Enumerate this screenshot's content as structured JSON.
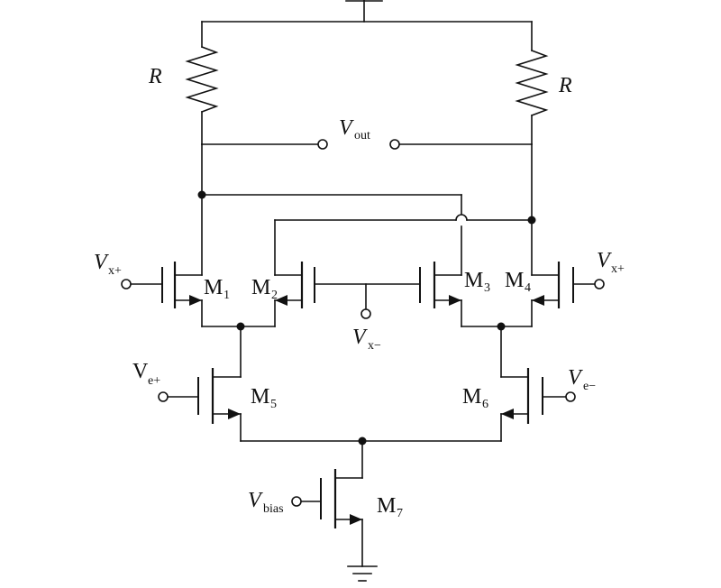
{
  "resistors": {
    "left": "R",
    "right": "R"
  },
  "output": {
    "main": "V",
    "sub": "out"
  },
  "inputs": {
    "vx_plus_left": {
      "main": "V",
      "sub": "x+"
    },
    "vx_plus_right": {
      "main": "V",
      "sub": "x+"
    },
    "vx_minus": {
      "main": "V",
      "sub": "x−"
    },
    "ve_plus": {
      "main": "V",
      "sub": "e+"
    },
    "ve_minus": {
      "main": "V",
      "sub": "e−"
    },
    "vbias": {
      "main": "V",
      "sub": "bias"
    }
  },
  "transistors": {
    "m1": {
      "main": "M",
      "sub": "1"
    },
    "m2": {
      "main": "M",
      "sub": "2"
    },
    "m3": {
      "main": "M",
      "sub": "3"
    },
    "m4": {
      "main": "M",
      "sub": "4"
    },
    "m5": {
      "main": "M",
      "sub": "5"
    },
    "m6": {
      "main": "M",
      "sub": "6"
    },
    "m7": {
      "main": "M",
      "sub": "7"
    }
  }
}
